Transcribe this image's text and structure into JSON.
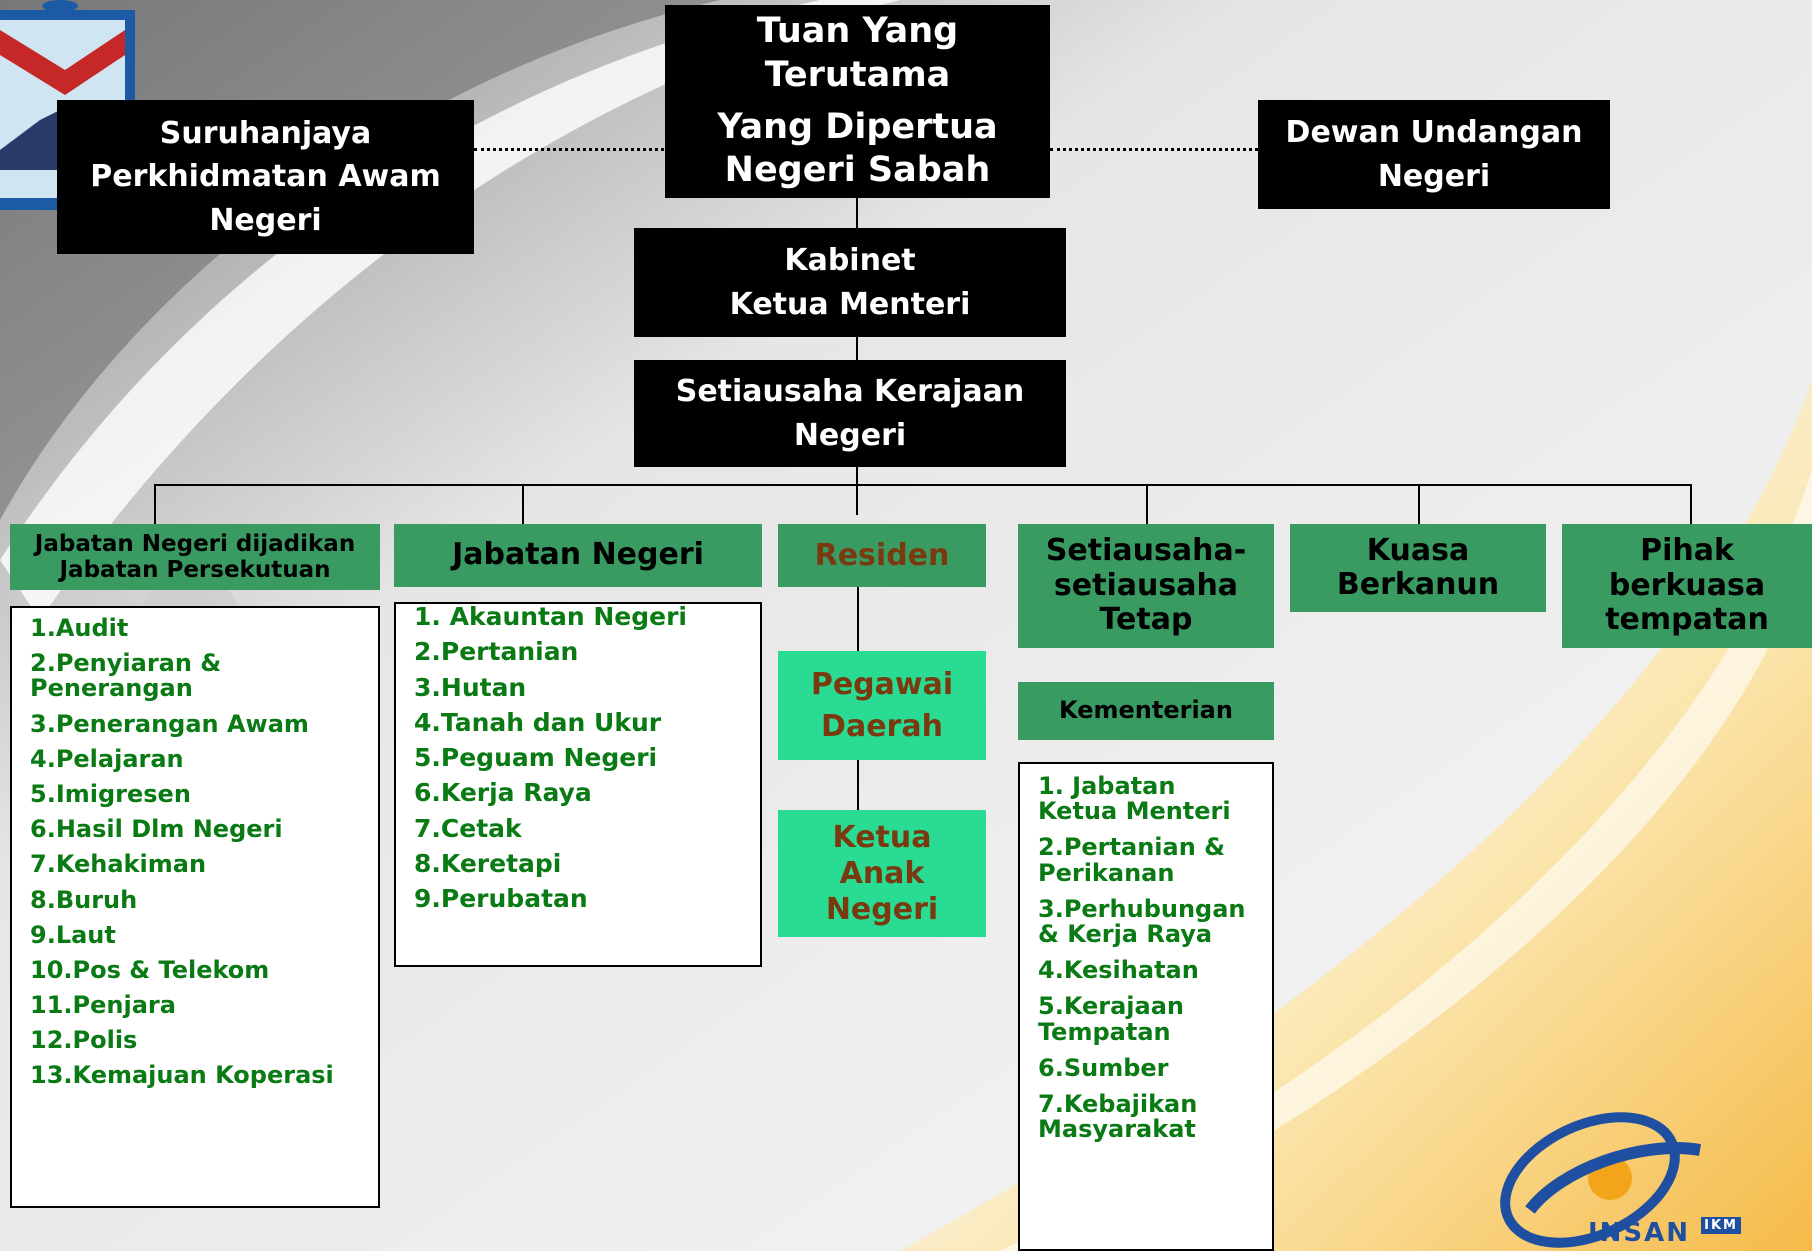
{
  "top": {
    "head": [
      "Tuan Yang",
      "Terutama",
      "Yang Dipertua",
      "Negeri Sabah"
    ],
    "left": [
      "Suruhanjaya",
      "Perkhidmatan Awam",
      "Negeri"
    ],
    "right": [
      "Dewan Undangan",
      "Negeri"
    ],
    "kabinet": [
      "Kabinet",
      "Ketua Menteri"
    ],
    "setiausaha": [
      "Setiausaha Kerajaan",
      "Negeri"
    ]
  },
  "columns": {
    "c1": {
      "title": [
        "Jabatan Negeri dijadikan",
        "Jabatan Persekutuan"
      ],
      "items": [
        "1.Audit",
        "2.Penyiaran &\n   Penerangan",
        "3.Penerangan Awam",
        "4.Pelajaran",
        "5.Imigresen",
        "6.Hasil Dlm Negeri",
        "7.Kehakiman",
        "8.Buruh",
        "9.Laut",
        "10.Pos & Telekom",
        "11.Penjara",
        "12.Polis",
        "13.Kemajuan Koperasi"
      ]
    },
    "c2": {
      "title": "Jabatan Negeri",
      "items": [
        "1. Akauntan Negeri",
        "2.Pertanian",
        "3.Hutan",
        "4.Tanah dan Ukur",
        "5.Peguam Negeri",
        "6.Kerja Raya",
        "7.Cetak",
        "8.Keretapi",
        "9.Perubatan"
      ]
    },
    "c3": {
      "title": "Residen",
      "pegawai": [
        "Pegawai",
        "Daerah"
      ],
      "ketua": [
        "Ketua",
        "Anak",
        "Negeri"
      ]
    },
    "c4": {
      "title": [
        "Setiausaha-",
        "setiausaha",
        "Tetap"
      ],
      "sub": "Kementerian",
      "items": [
        "1. Jabatan\n   Ketua Menteri",
        "2.Pertanian &\n   Perikanan",
        "3.Perhubungan\n   & Kerja Raya",
        "4.Kesihatan",
        "5.Kerajaan\n   Tempatan",
        "6.Sumber",
        "7.Kebajikan\n   Masyarakat"
      ]
    },
    "c5": {
      "title": [
        "Kuasa",
        "Berkanun"
      ]
    },
    "c6": {
      "title": [
        "Pihak",
        "berkuasa",
        "tempatan"
      ]
    }
  },
  "logo": {
    "text": "INSAN",
    "badge": "IKM"
  },
  "colors": {
    "black_box": "#000000",
    "green_box": "#3a9b62",
    "teal_box": "#2adb94",
    "list_text": "#0a7a14",
    "brown_text": "#7a3a10"
  }
}
